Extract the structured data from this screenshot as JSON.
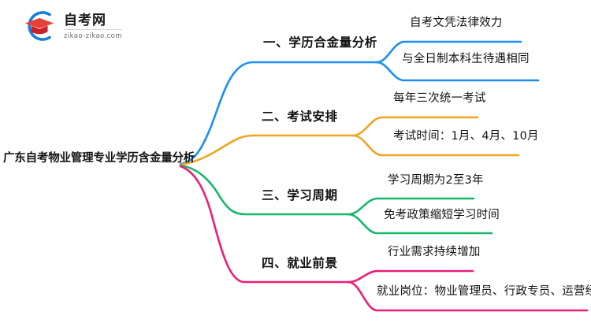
{
  "logo": {
    "name": "自考网",
    "domain": "zikao-zikao.com",
    "mark_icon": "graduation-cap-circle-icon",
    "arc_color": "#1C7FD6",
    "cap_color": "#E0342C"
  },
  "mindmap": {
    "root": {
      "label": "广东自考物业管理专业学历含金量分析"
    },
    "branches": [
      {
        "label": "一、学历合金量分析",
        "color": "#1B8EF5",
        "children": [
          {
            "label": "自考文凭法律效力"
          },
          {
            "label": "与全日制本科生待遇相同"
          }
        ]
      },
      {
        "label": "二、考试安排",
        "color": "#EFA521",
        "children": [
          {
            "label": "每年三次统一考试"
          },
          {
            "label": "考试时间：1月、4月、10月"
          }
        ]
      },
      {
        "label": "三、学习周期",
        "color": "#15B86B",
        "children": [
          {
            "label": "学习周期为2至3年"
          },
          {
            "label": "免考政策缩短学习时间"
          }
        ]
      },
      {
        "label": "四、就业前景",
        "color": "#EC1E79",
        "children": [
          {
            "label": "行业需求持续增加"
          },
          {
            "label": "就业岗位：物业管理员、行政专员、运营经理"
          }
        ]
      }
    ]
  }
}
